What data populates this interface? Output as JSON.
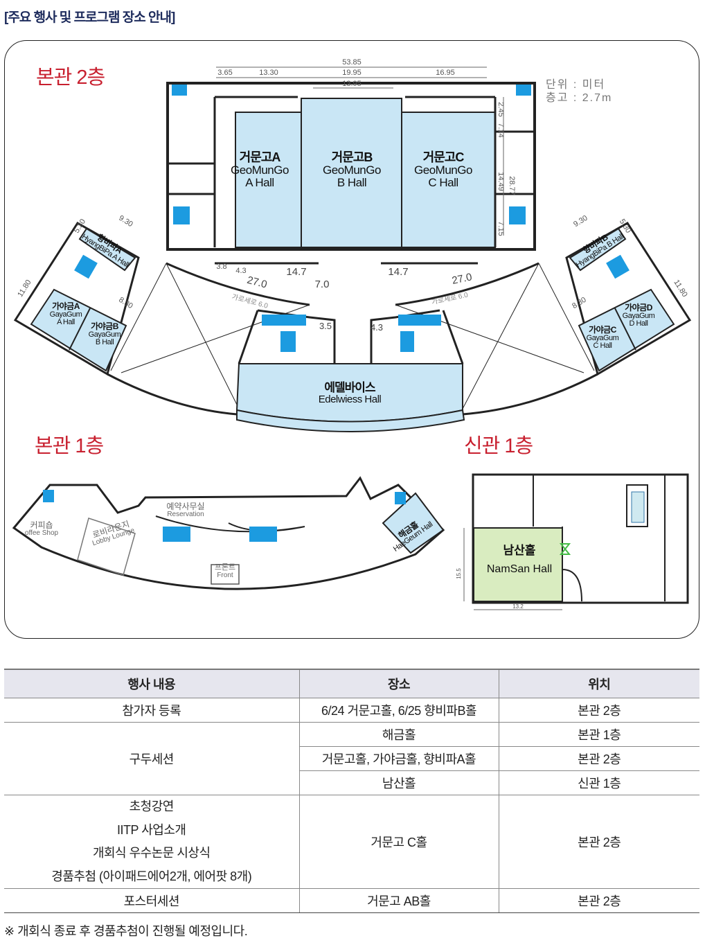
{
  "title": "[주요 행사 및 프로그램 장소 안내]",
  "floors": {
    "main2": "본관 2층",
    "main1": "본관 1층",
    "annex1": "신관 1층"
  },
  "unit": {
    "line1": "단위 : 미터",
    "line2": "층고 : 2.7m"
  },
  "dimensions": {
    "total": "53.85",
    "d1": "3.65",
    "d2": "13.30",
    "d3": "19.95",
    "d4": "16.95",
    "d5": "13.95",
    "w1": "14.7",
    "w2": "14.7",
    "arc1": "27.0",
    "arc2": "27.0",
    "depth": "7.0",
    "c1": "3.5",
    "c2": "4.3",
    "s1": "3.8",
    "s2": "4.3",
    "v1": "2.45",
    "v2": "7.14",
    "v3": "14.49",
    "v4": "28.77",
    "v5": "7.15",
    "wing1": "9.30",
    "wing2": "5.30",
    "wing3": "11.80",
    "wing4": "8.30",
    "wing5": "9.30",
    "wing6": "5.30",
    "wing7": "11.80",
    "wing8": "8.30",
    "corr1": "6.0",
    "corr2": "6.0",
    "ns1": "15.5",
    "ns2": "13.2"
  },
  "halls": {
    "geomungo_a": {
      "ko": "거문고A",
      "en1": "GeoMunGo",
      "en2": "A Hall"
    },
    "geomungo_b": {
      "ko": "거문고B",
      "en1": "GeoMunGo",
      "en2": "B Hall"
    },
    "geomungo_c": {
      "ko": "거문고C",
      "en1": "GeoMunGo",
      "en2": "C Hall"
    },
    "hyangbipa_a": {
      "ko": "향비파A",
      "en": "HyangBiPa A Hall"
    },
    "hyangbipa_b": {
      "ko": "향비파B",
      "en": "HyangBiPa B Hall"
    },
    "gayagum_a": {
      "ko": "가야금A",
      "en1": "GayaGum",
      "en2": "A Hall"
    },
    "gayagum_b": {
      "ko": "가야금B",
      "en1": "GayaGum",
      "en2": "B Hall"
    },
    "gayagum_c": {
      "ko": "가야금C",
      "en1": "GayaGum",
      "en2": "C Hall"
    },
    "gayagum_d": {
      "ko": "가야금D",
      "en1": "GayaGum",
      "en2": "D Hall"
    },
    "edelweiss": {
      "ko": "에델바이스",
      "en": "Edelwiess Hall"
    },
    "corridor_l": "가로세로 6.0",
    "corridor_r": "가로세로 6.0",
    "coffee": {
      "ko": "커피숍",
      "en": "offee Shop"
    },
    "lobby": {
      "ko": "로비라운지",
      "en": "Lobby Lounge"
    },
    "reservation": {
      "ko": "예약사무실",
      "en": "Reservation"
    },
    "front": {
      "ko": "프론트",
      "en": "Front"
    },
    "haegeum": {
      "ko": "해금홀",
      "en": "HaeGeum Hall"
    },
    "namsan": {
      "ko": "남산홀",
      "en": "NamSan Hall"
    }
  },
  "table": {
    "headers": [
      "행사 내용",
      "장소",
      "위치"
    ],
    "rows": [
      {
        "event": "참가자 등록",
        "place": "6/24 거문고홀,  6/25 향비파B홀",
        "location": "본관 2층"
      },
      {
        "event": "구두세션",
        "places": [
          {
            "place": "해금홀",
            "location": "본관 1층"
          },
          {
            "place": "거문고홀, 가야금홀, 향비파A홀",
            "location": "본관 2층"
          },
          {
            "place": "남산홀",
            "location": "신관 1층"
          }
        ]
      },
      {
        "events": [
          "초청강연",
          "IITP 사업소개",
          "개회식 우수논문 시상식",
          "경품추첨 (아이패드에어2개, 에어팟 8개)"
        ],
        "place": "거문고 C홀",
        "location": "본관 2층"
      },
      {
        "event": "포스터세션",
        "place": "거문고 AB홀",
        "location": "본관 2층"
      }
    ]
  },
  "note": "※ 개회식 종료 후 경품추첨이 진행될 예정입니다.",
  "colors": {
    "hall_blue": "#c9e6f5",
    "accent_blue": "#1c9be0",
    "namsan_green": "#d9ecc0",
    "floor_red": "#c8202f",
    "title_navy": "#1d2b5c"
  }
}
